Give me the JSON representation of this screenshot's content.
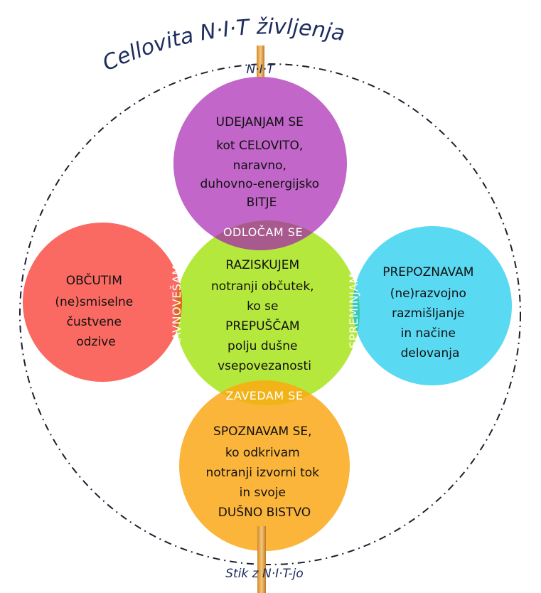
{
  "title": "Cellovita  N·I·T  življenja",
  "top_label": "N·I·T",
  "bottom_label": "Stik z  N·I·T-jo",
  "circles": {
    "top": {
      "lines": [
        "UDEJANJAM SE",
        "kot CELOVITO,",
        "naravno,",
        "duhovno-energijsko",
        "BITJE"
      ],
      "color": "#c266c9"
    },
    "left": {
      "lines": [
        "OBČUTIM",
        "(ne)smiselne",
        "čustvene",
        "odzive"
      ],
      "color": "#fa6a62"
    },
    "center": {
      "lines": [
        "RAZISKUJEM",
        "notranji občutek,",
        "ko se",
        "PREPUŠČAM",
        "polju dušne",
        "vsepovezanosti"
      ],
      "color": "#b5e83c"
    },
    "right": {
      "lines": [
        "PREPOZNAVAM",
        "(ne)razvojno",
        "razmišljanje",
        "in načine",
        "delovanja"
      ],
      "color": "#5ad9f2"
    },
    "bottom": {
      "lines": [
        "SPOZNAVAM SE,",
        "ko odkrivam",
        "notranji izvorni tok",
        "in svoje",
        "DUŠNO BISTVO"
      ],
      "color": "#fbb53b"
    }
  },
  "overlaps": {
    "top_center": "ODLOČAM SE",
    "left_center": "URAVNOVEŠAM",
    "right_center": "SPREMINJAM",
    "bottom_center": "ZAVEDAM SE"
  }
}
